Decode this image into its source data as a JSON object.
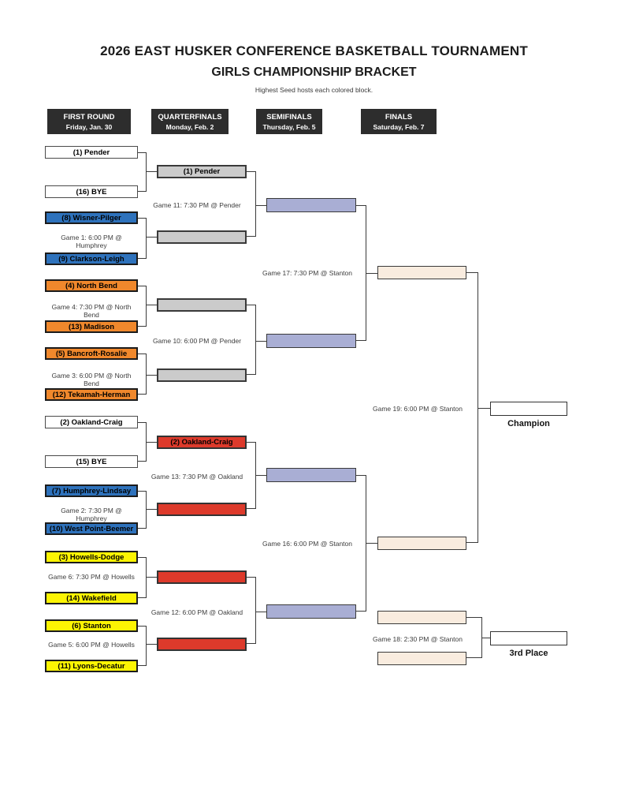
{
  "title": {
    "line1": "2026 EAST HUSKER CONFERENCE BASKETBALL TOURNAMENT",
    "line2": "GIRLS CHAMPIONSHIP BRACKET",
    "note": "Highest Seed hosts each colored block."
  },
  "rounds": [
    {
      "name": "FIRST ROUND",
      "date": "Friday, Jan. 30"
    },
    {
      "name": "QUARTERFINALS",
      "date": "Monday, Feb. 2"
    },
    {
      "name": "SEMIFINALS",
      "date": "Thursday, Feb. 5"
    },
    {
      "name": "FINALS",
      "date": "Saturday, Feb. 7"
    }
  ],
  "first_round": [
    {
      "top": "(1) Pender",
      "bottom": "(16) BYE",
      "game": "",
      "host_block": "white"
    },
    {
      "top": "(8) Wisner-Pilger",
      "bottom": "(9) Clarkson-Leigh",
      "game": "Game 1: 6:00 PM @ Humphrey",
      "host_block": "blue"
    },
    {
      "top": "(4) North Bend",
      "bottom": "(13) Madison",
      "game": "Game 4: 7:30 PM @ North Bend",
      "host_block": "orange"
    },
    {
      "top": "(5) Bancroft-Rosalie",
      "bottom": "(12) Tekamah-Herman",
      "game": "Game 3: 6:00 PM @ North Bend",
      "host_block": "orange"
    },
    {
      "top": "(2) Oakland-Craig",
      "bottom": "(15) BYE",
      "game": "",
      "host_block": "white"
    },
    {
      "top": "(7) Humphrey-Lindsay",
      "bottom": "(10) West Point-Beemer",
      "game": "Game 2: 7:30 PM @ Humphrey",
      "host_block": "blue"
    },
    {
      "top": "(3) Howells-Dodge",
      "bottom": "(14) Wakefield",
      "game": "Game 6: 7:30 PM @ Howells",
      "host_block": "yellow"
    },
    {
      "top": "(6) Stanton",
      "bottom": "(11) Lyons-Decatur",
      "game": "Game 5: 6:00 PM @ Howells",
      "host_block": "yellow"
    }
  ],
  "quarterfinals": [
    {
      "top_label": "(1) Pender",
      "bottom_label": "",
      "game": "Game 11: 7:30 PM @ Pender",
      "host_block": "gray"
    },
    {
      "top_label": "",
      "bottom_label": "",
      "game": "Game 10: 6:00 PM @ Pender",
      "host_block": "gray"
    },
    {
      "top_label": "(2) Oakland-Craig",
      "bottom_label": "",
      "game": "Game 13: 7:30 PM @ Oakland",
      "host_block": "red"
    },
    {
      "top_label": "",
      "bottom_label": "",
      "game": "Game 12: 6:00 PM @ Oakland",
      "host_block": "red"
    }
  ],
  "semifinals": [
    {
      "game": "Game 17: 7:30 PM @ Stanton"
    },
    {
      "game": "Game 16: 6:00 PM @ Stanton"
    }
  ],
  "finals": {
    "game": "Game 19: 6:00 PM @ Stanton",
    "champion_label": "Champion"
  },
  "third_place": {
    "game": "Game 18: 2:30 PM @ Stanton",
    "label": "3rd Place"
  },
  "colors": {
    "blue_block": "#2e72bc",
    "orange_block": "#f0882c",
    "yellow_block": "#fcf403",
    "red_block": "#dd3a2b",
    "gray_block": "#cbcbcb",
    "semifinal_block": "#a9aed4",
    "final_block": "#f9ecdf",
    "header_bg": "#2d2d2d",
    "header_text": "#ffffff"
  }
}
